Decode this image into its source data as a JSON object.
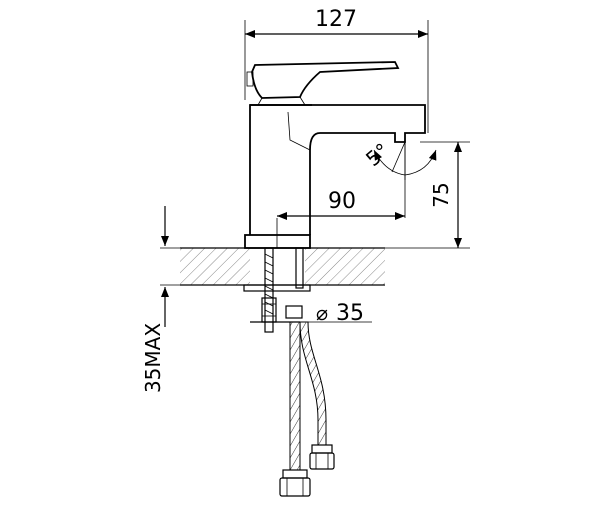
{
  "drawing": {
    "dimensions": {
      "overall_width": "127",
      "spout_reach": "90",
      "spout_height": "75",
      "hole_diameter_symbol": "⌀",
      "hole_diameter": "35",
      "max_counter_thickness": "35MAX",
      "spout_angle": "5°"
    }
  }
}
